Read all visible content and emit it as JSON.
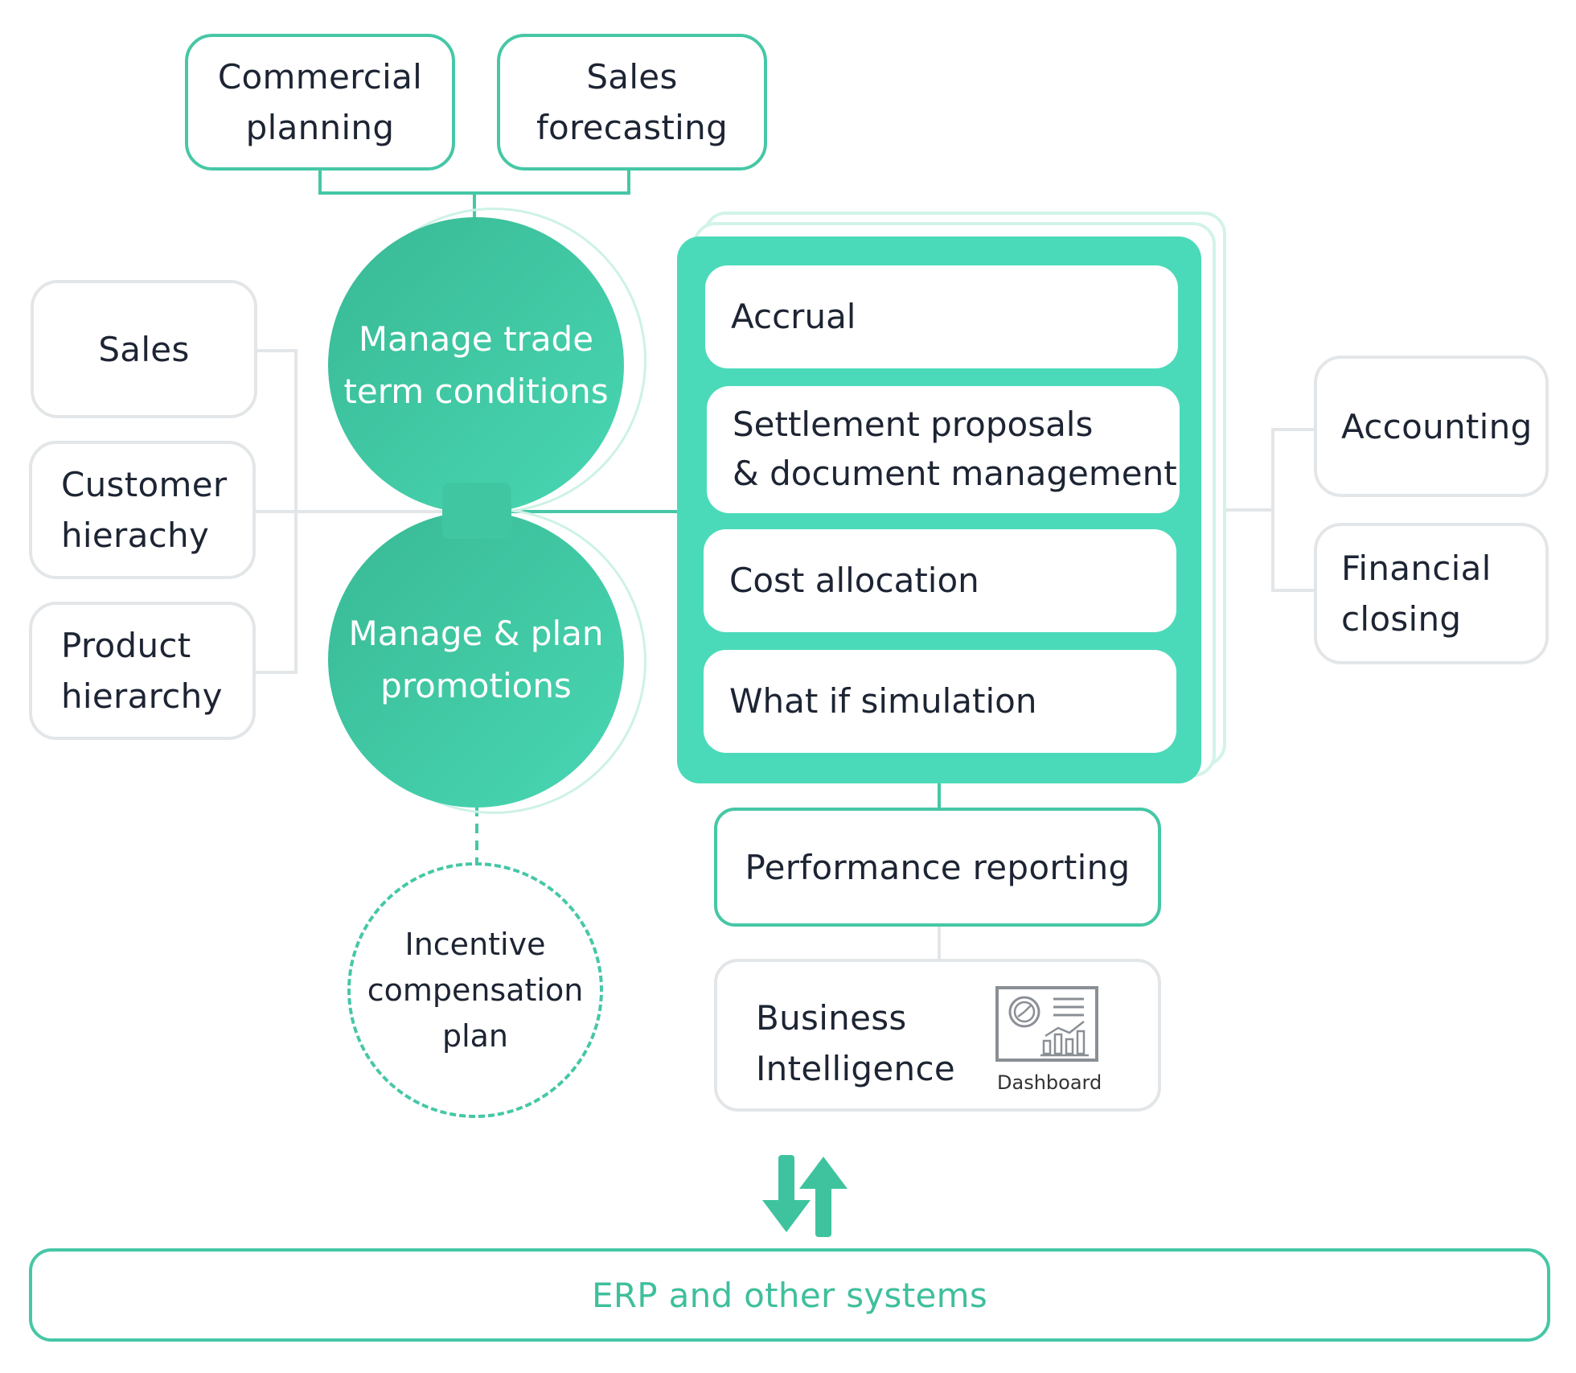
{
  "top": {
    "commercial_planning": [
      "Commercial",
      "planning"
    ],
    "sales_forecasting": [
      "Sales",
      "forecasting"
    ]
  },
  "left": {
    "sales": "Sales",
    "customer_hierarchy": [
      "Customer",
      "hierachy"
    ],
    "product_hierarchy": [
      "Product",
      "hierarchy"
    ]
  },
  "circles": {
    "trade_terms": [
      "Manage trade",
      "term conditions"
    ],
    "promotions": [
      "Manage & plan",
      "promotions"
    ],
    "incentive": [
      "Incentive",
      "compensation",
      "plan"
    ]
  },
  "panel": {
    "accrual": "Accrual",
    "settlement": [
      "Settlement proposals",
      "& document management"
    ],
    "cost_allocation": "Cost allocation",
    "what_if": "What if simulation"
  },
  "right": {
    "accounting": "Accounting",
    "financial_closing": [
      "Financial",
      "closing"
    ]
  },
  "bottom": {
    "performance_reporting": "Performance reporting",
    "business_intelligence": [
      "Business",
      "Intelligence"
    ],
    "dashboard_label": "Dashboard",
    "erp": "ERP and other systems"
  },
  "colors": {
    "teal": "#46c7a6",
    "panel": "#4bdab9",
    "grey_border": "#e3e6e8"
  },
  "icons": [
    "dashboard-icon",
    "arrow-down-icon",
    "arrow-up-icon"
  ]
}
